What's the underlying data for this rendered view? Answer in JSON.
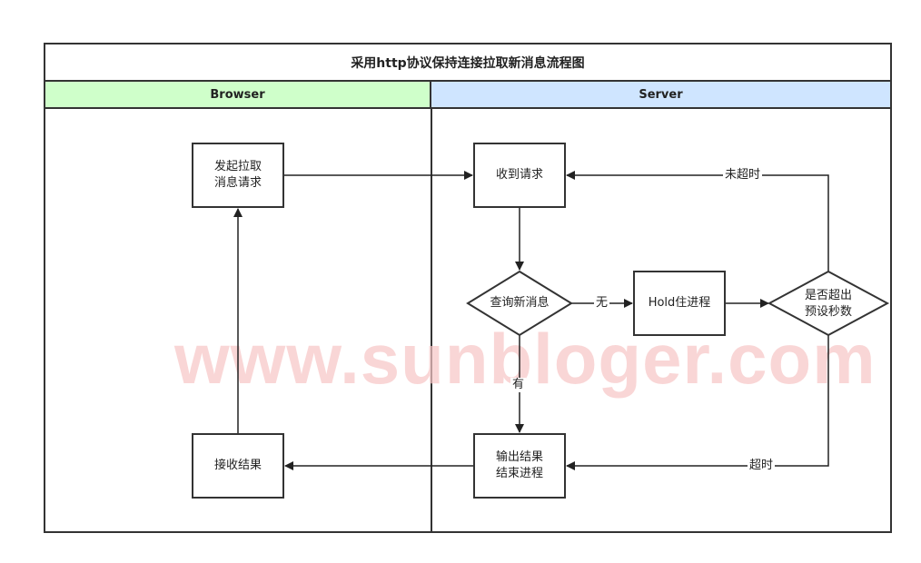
{
  "diagram": {
    "title": "采用http协议保持连接拉取新消息流程图",
    "lanes": {
      "browser": "Browser",
      "server": "Server"
    },
    "nodes": {
      "send_request": "发起拉取\n消息请求",
      "receive_request": "收到请求",
      "query_messages": "查询新消息",
      "hold_process": "Hold住进程",
      "timeout_check": "是否超出\n预设秒数",
      "output_result": "输出结果\n结束进程",
      "receive_result": "接收结果"
    },
    "edge_labels": {
      "none": "无",
      "has": "有",
      "not_timeout": "未超时",
      "timeout": "超时"
    },
    "watermark": "www.sunbloger.com"
  }
}
